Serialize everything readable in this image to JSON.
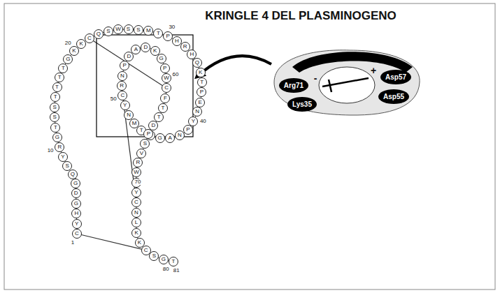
{
  "diagram": {
    "title": "KRINGLE 4 DEL PLASMINOGENO",
    "nodes": [
      {
        "text": [
          "C"
        ]
      },
      {
        "text": [
          "Y"
        ]
      },
      {
        "text": [
          "H"
        ]
      },
      {
        "text": [
          "G"
        ]
      },
      {
        "text": [
          "D"
        ]
      },
      {
        "text": [
          "G"
        ]
      },
      {
        "text": [
          "Q"
        ]
      },
      {
        "text": [
          "S"
        ]
      },
      {
        "text": [
          "Y"
        ]
      },
      {
        "text": [
          "R"
        ]
      },
      {
        "text": [
          "G"
        ]
      },
      {
        "text": [
          "T"
        ]
      },
      {
        "text": [
          "S"
        ]
      },
      {
        "text": [
          "S"
        ]
      },
      {
        "text": [
          "T"
        ]
      },
      {
        "text": [
          "T"
        ]
      },
      {
        "text": [
          "T"
        ]
      },
      {
        "text": [
          "T"
        ]
      },
      {
        "text": [
          "G"
        ]
      },
      {
        "text": [
          "K"
        ]
      },
      {
        "text": [
          "K"
        ]
      },
      {
        "text": [
          "C"
        ]
      },
      {
        "text": [
          "Q"
        ]
      },
      {
        "text": [
          "S"
        ]
      },
      {
        "text": [
          "W"
        ]
      },
      {
        "text": [
          "S"
        ]
      },
      {
        "text": [
          "S"
        ]
      },
      {
        "text": [
          "M"
        ]
      },
      {
        "text": [
          "T"
        ]
      },
      {
        "text": [
          "P"
        ]
      },
      {
        "text": [
          "H"
        ]
      },
      {
        "text": [
          "R"
        ]
      },
      {
        "text": [
          "H"
        ]
      },
      {
        "text": [
          "Q"
        ]
      },
      {
        "text": [
          "K"
        ]
      },
      {
        "text": [
          "T"
        ]
      },
      {
        "text": [
          "P"
        ]
      },
      {
        "text": [
          "E"
        ]
      },
      {
        "text": [
          "N"
        ]
      },
      {
        "text": [
          "Y"
        ]
      },
      {
        "text": [
          "P"
        ]
      },
      {
        "text": [
          "N"
        ]
      },
      {
        "text": [
          "A"
        ]
      },
      {
        "text": [
          "G"
        ]
      },
      {
        "text": [
          "L"
        ]
      },
      {
        "text": [
          "T"
        ]
      },
      {
        "text": [
          "M"
        ]
      },
      {
        "text": [
          "N"
        ]
      },
      {
        "text": [
          "Y"
        ]
      },
      {
        "text": [
          "C"
        ]
      },
      {
        "text": [
          "R"
        ]
      },
      {
        "text": [
          "N"
        ]
      },
      {
        "text": [
          "P"
        ]
      },
      {
        "text": [
          "D"
        ]
      },
      {
        "text": [
          "A"
        ]
      },
      {
        "text": [
          "D"
        ]
      },
      {
        "text": [
          "K"
        ]
      },
      {
        "text": [
          "G"
        ]
      },
      {
        "text": [
          "P"
        ]
      },
      {
        "text": [
          "W"
        ]
      },
      {
        "text": [
          "C"
        ]
      },
      {
        "text": [
          "F"
        ]
      },
      {
        "text": [
          "T"
        ]
      },
      {
        "text": [
          "T"
        ]
      },
      {
        "text": [
          "D"
        ]
      },
      {
        "text": [
          "P"
        ]
      },
      {
        "text": [
          "S"
        ]
      },
      {
        "text": [
          "V"
        ]
      },
      {
        "text": [
          "R"
        ]
      },
      {
        "text": [
          "W"
        ]
      },
      {
        "text": [
          "E"
        ]
      },
      {
        "text": [
          "Y"
        ]
      },
      {
        "text": [
          "C"
        ]
      },
      {
        "text": [
          "N"
        ]
      },
      {
        "text": [
          "L"
        ]
      },
      {
        "text": [
          "K"
        ]
      },
      {
        "text": [
          "K"
        ]
      },
      {
        "text": [
          "C"
        ]
      },
      {
        "text": [
          "S"
        ]
      },
      {
        "text": [
          "G"
        ]
      },
      {
        "text": [
          "T"
        ]
      },
      {
        "text": [
          "Arg71"
        ]
      },
      {
        "text": [
          "Lys35"
        ]
      },
      {
        "text": [
          "Asp57"
        ]
      },
      {
        "text": [
          "Asp55"
        ]
      }
    ],
    "labels": [
      "1",
      "10",
      "20",
      "30",
      "40",
      "50",
      "60",
      "70",
      "80",
      "81",
      "-",
      "+"
    ]
  }
}
